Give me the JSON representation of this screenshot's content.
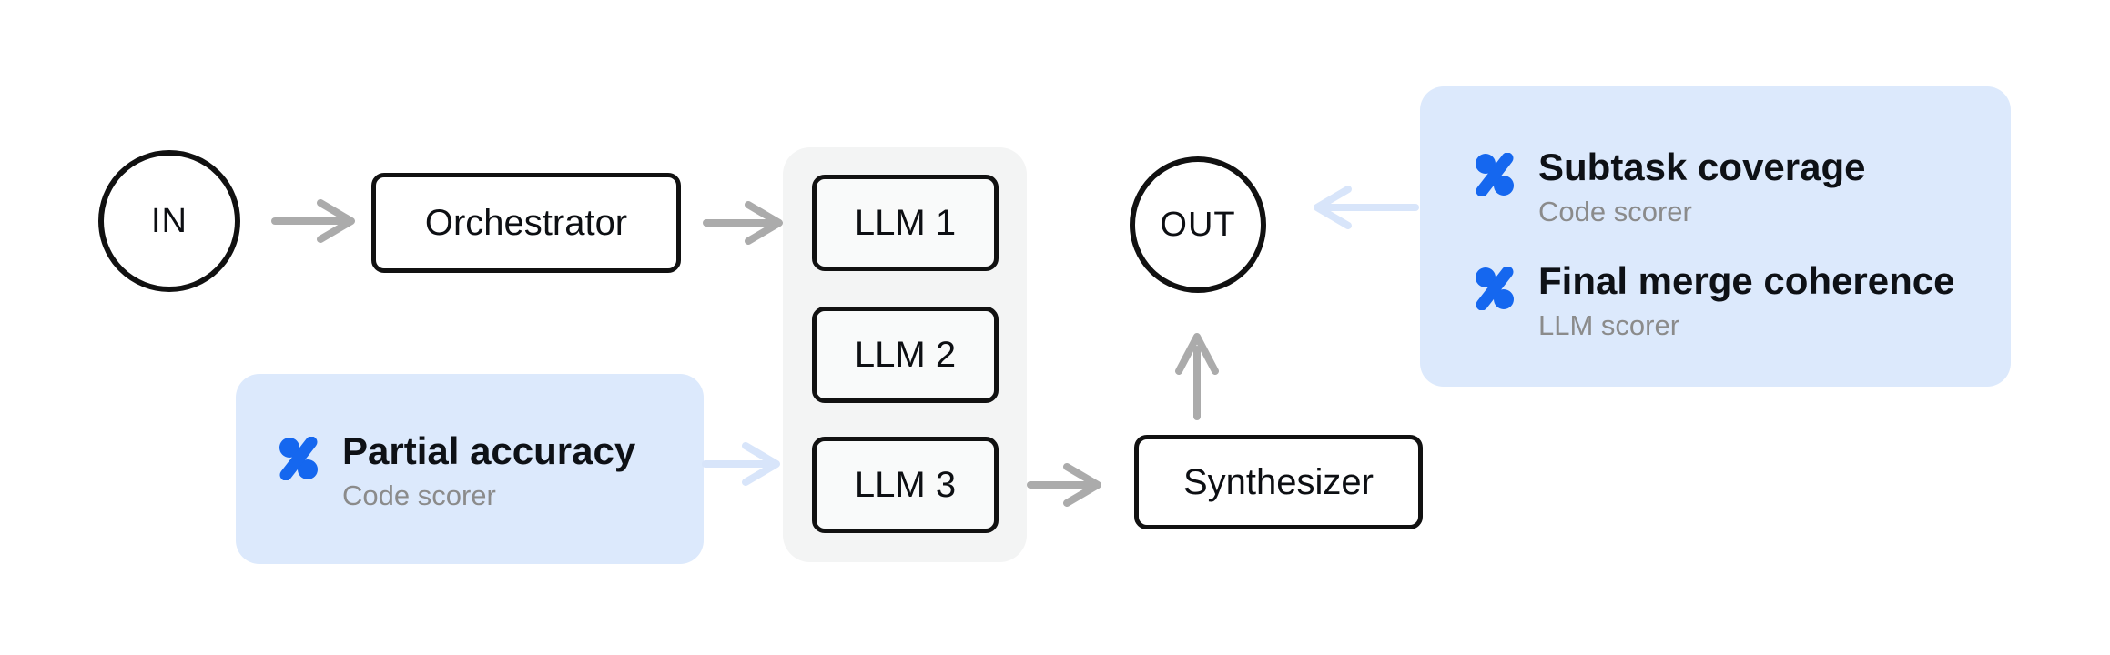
{
  "colors": {
    "panel_blue": "#dce9fc",
    "icon_blue": "#1567ef",
    "arrow_gray": "#ababab",
    "arrow_blue": "#d8e5fa",
    "container_gray": "#f3f4f4",
    "node_border": "#111111",
    "subtitle_gray": "#8b8b8b"
  },
  "nodes": {
    "in": {
      "label": "IN"
    },
    "orchestrator": {
      "label": "Orchestrator"
    },
    "llms": [
      {
        "label": "LLM 1"
      },
      {
        "label": "LLM 2"
      },
      {
        "label": "LLM 3"
      }
    ],
    "synthesizer": {
      "label": "Synthesizer"
    },
    "out": {
      "label": "OUT"
    }
  },
  "scorers": {
    "partial_accuracy": {
      "title": "Partial accuracy",
      "subtitle": "Code scorer"
    },
    "subtask_coverage": {
      "title": "Subtask coverage",
      "subtitle": "Code scorer"
    },
    "final_merge_coherence": {
      "title": "Final merge coherence",
      "subtitle": "LLM scorer"
    }
  }
}
